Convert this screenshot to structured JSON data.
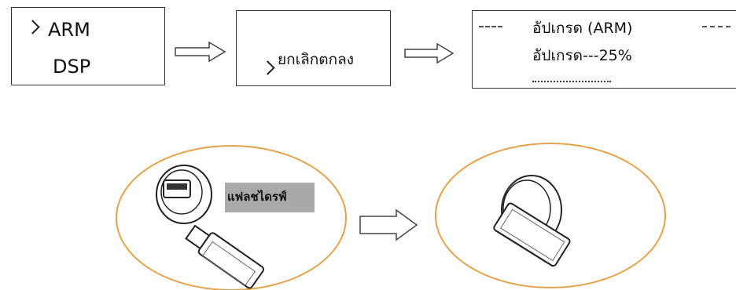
{
  "screen1": {
    "items": [
      "ARM",
      "DSP"
    ]
  },
  "screen2": {
    "item": "ยกเลิกตกลง"
  },
  "screen3": {
    "title": "อัปเกรด (ARM)",
    "progress_text": "อัปเกรด---25%",
    "progress": 25
  },
  "usb_label": "แฟลชไดรฟ์"
}
